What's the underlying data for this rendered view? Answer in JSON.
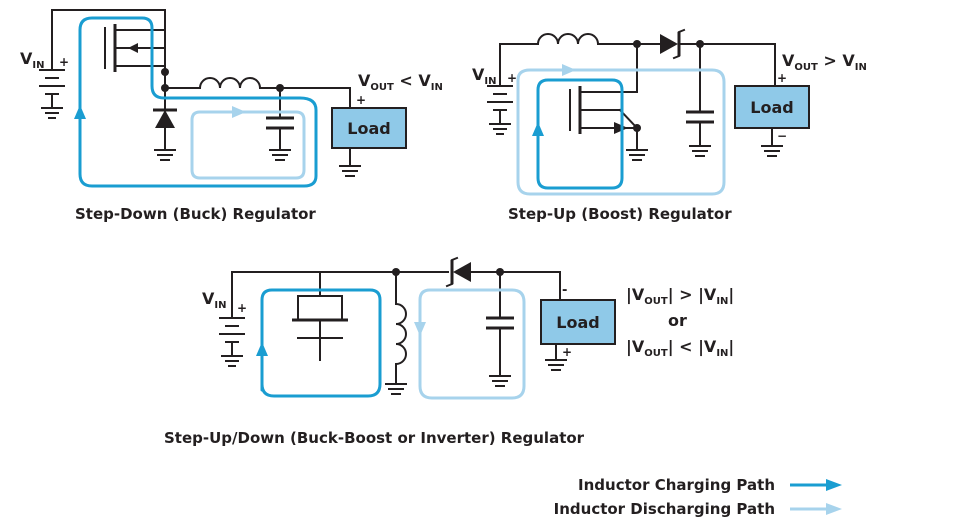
{
  "buck": {
    "caption": "Step-Down (Buck) Regulator",
    "vin": "V",
    "vin_sub": "IN",
    "vout_label": "V",
    "vout_sub": "OUT",
    "vout_rel": " < V",
    "vout_rel_sub": "IN",
    "load": "Load",
    "plus_in": "+",
    "plus_out": "+"
  },
  "boost": {
    "caption": "Step-Up (Boost) Regulator",
    "vin": "V",
    "vin_sub": "IN",
    "vout_label": "V",
    "vout_sub": "OUT",
    "vout_rel": " > V",
    "vout_rel_sub": "IN",
    "load": "Load",
    "plus_in": "+",
    "plus_out": "+",
    "minus_out": "−"
  },
  "buckboost": {
    "caption": "Step-Up/Down (Buck-Boost or Inverter) Regulator",
    "vin": "V",
    "vin_sub": "IN",
    "load": "Load",
    "plus_in": "+",
    "minus_top": "-",
    "plus_bot": "+",
    "cond1_pre": "|V",
    "cond1_sub1": "OUT",
    "cond1_mid": "| > |V",
    "cond1_sub2": "IN",
    "cond1_end": "|",
    "or": "or",
    "cond2_pre": "|V",
    "cond2_sub1": "OUT",
    "cond2_mid": "| < |V",
    "cond2_sub2": "IN",
    "cond2_end": "|"
  },
  "legend": {
    "charging": "Inductor Charging Path",
    "discharging": "Inductor Discharging Path"
  },
  "colors": {
    "charging": "#1a9dd1",
    "discharging": "#a7d3ec",
    "load_fill": "#8fc9e8",
    "wire": "#231f20"
  }
}
